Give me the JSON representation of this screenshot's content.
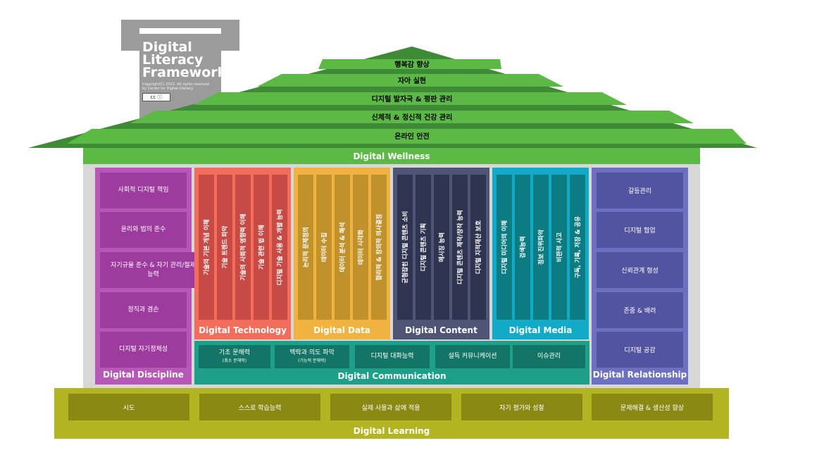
{
  "logo": {
    "title_line1": "Digital",
    "title_line2": "Literacy",
    "title_line3": "Framework",
    "copyright_line1": "Copyright(C) 2022. All rights reserved",
    "copyright_line2": "by Center for Digital Literacy",
    "badge": "cc ⓘ"
  },
  "wellness": {
    "title": "Digital Wellness",
    "tiers": [
      "행복감 향상",
      "자아 실현",
      "디지털 발자국 & 평판 관리",
      "신체적 & 정신적 건강 관리",
      "온라인 안전"
    ]
  },
  "discipline": {
    "title": "Digital Discipline",
    "items": [
      "사회적 디지털 책임",
      "윤리와 법의 준수",
      "자기규율 준수 & 자기 관리/절제 능력",
      "정직과 겸손",
      "디지털 자기정체성"
    ]
  },
  "technology": {
    "title": "Digital Technology",
    "items": [
      "기술의 기본 개념 이해",
      "기술 트렌드 파악",
      "기술의 사회적 영향력 이해",
      "기술 관련 법 이해",
      "디지털 기술 사용 & 개발 능력"
    ]
  },
  "data": {
    "title": "Digital Data",
    "items": [
      "논리적 문제정의",
      "데이터 수집",
      "데이터 분석 & 해석",
      "데이터 시각화",
      "합리적 & 창의적 의사결정"
    ]
  },
  "content": {
    "title": "Digital Content",
    "items": [
      "균형잡힌 디지털 콘텐츠 소비",
      "디지털 콘텐츠 기획",
      "메시징 능력",
      "디지털 콘텐츠 제작/창작 능력",
      "디지털 지적재산 보호"
    ]
  },
  "media": {
    "title": "Digital Media",
    "items": [
      "디지털 미디어의 이해",
      "검색능력",
      "정보 진위파악",
      "비판적 사고",
      "구독, 기록, 저장 & 공유"
    ]
  },
  "relationship": {
    "title": "Digital Relationship",
    "items": [
      "갈등관리",
      "디지털 협업",
      "신뢰관계 형성",
      "존중 & 배려",
      "디지털 공감"
    ]
  },
  "communication": {
    "title": "Digital Communication",
    "items": [
      {
        "label": "기초 문해력",
        "sub": "(최소 문해력)"
      },
      {
        "label": "맥락과 의도 파악",
        "sub": "(기능적 문해력)"
      },
      {
        "label": "디지털 대화능력",
        "sub": ""
      },
      {
        "label": "설득 커뮤니케이션",
        "sub": ""
      },
      {
        "label": "이슈관리",
        "sub": ""
      }
    ]
  },
  "learning": {
    "title": "Digital Learning",
    "items": [
      "시도",
      "스스로 학습능력",
      "실제 사용과 삶에 적용",
      "자기 평가와 성찰",
      "문제해결 & 생산성 향상"
    ]
  },
  "colors": {
    "wellness": "#5cb946",
    "discipline": "#b758b6",
    "technology": "#f26d5b",
    "data": "#f1b340",
    "content": "#4f5575",
    "media": "#11aac8",
    "relationship": "#6d6fc0",
    "communication": "#1e9f8a",
    "learning": "#b3b421"
  }
}
